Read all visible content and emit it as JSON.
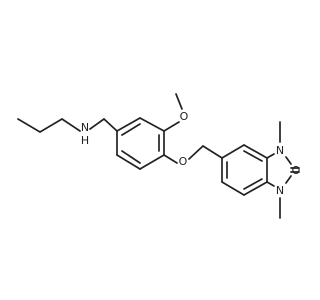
{
  "atom_labels": {
    "amine_n": "N",
    "amine_h": "H",
    "methoxy_o": "O",
    "ether_o": "O",
    "ring_n_upper": "N",
    "ring_n_lower": "N",
    "carbonyl_o": "O"
  },
  "colors": {
    "bond": "#222222",
    "background": "#ffffff"
  }
}
